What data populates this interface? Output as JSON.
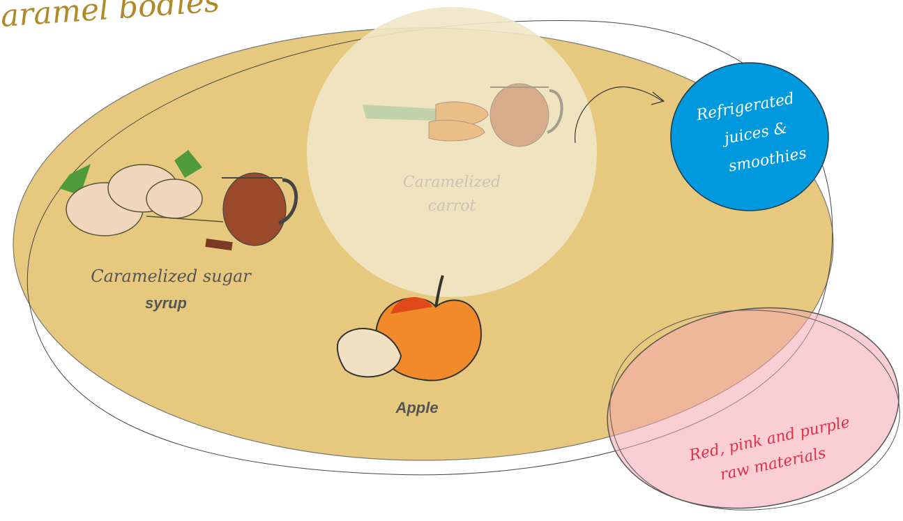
{
  "title": "aramel bodies",
  "nodes": {
    "sugar_syrup": {
      "label_line1": "Caramelized sugar",
      "label_line2": "syrup"
    },
    "carrot": {
      "label_line1": "Caramelized",
      "label_line2": "carrot"
    },
    "apple": {
      "label": "Apple"
    },
    "refrigerated": {
      "line1": "Refrigerated",
      "line2": "juices &",
      "line3": "smoothies"
    },
    "red_pink": {
      "line1": "Red, pink and purple",
      "line2": "raw materials"
    }
  },
  "colors": {
    "main_ellipse": "#e6c97e",
    "carrot_circle": "#f1e5c6",
    "refrigerated_fill": "#0099dd",
    "red_pink_fill": "#f4a7b0",
    "title_text": "#b08a2a",
    "carrot_text": "#c9c4ba",
    "label_text": "#555555",
    "red_text": "#e0304a"
  },
  "icons": [
    "parsnip-syrup-icon",
    "carrot-juice-icon",
    "apple-icon",
    "arrow-icon"
  ]
}
